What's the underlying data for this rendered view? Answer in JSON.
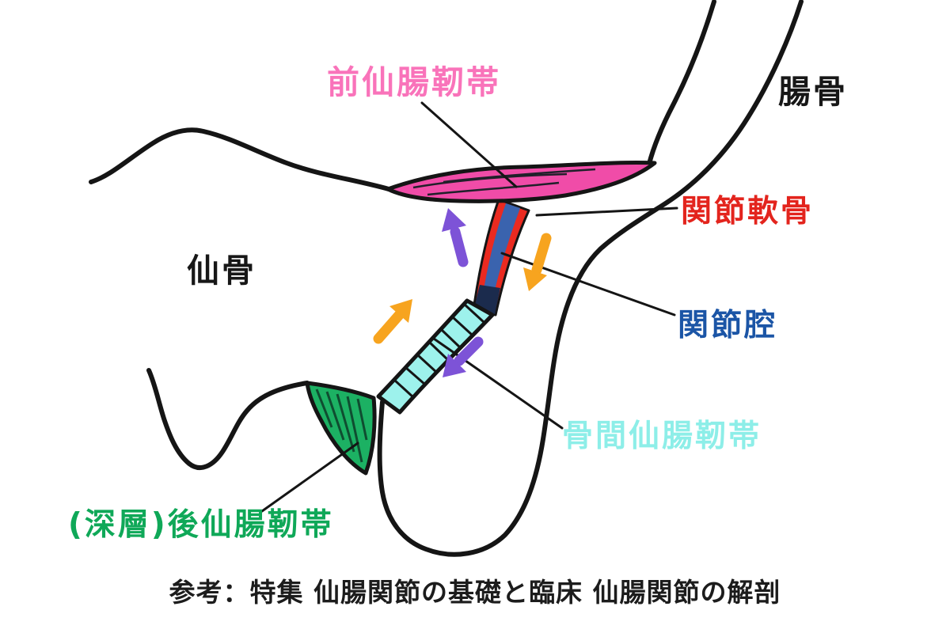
{
  "labels": {
    "anterior": {
      "text": "前仙腸靭帯",
      "color": "#f973ba"
    },
    "ilium": {
      "text": "腸骨",
      "color": "#171717"
    },
    "cartilage": {
      "text": "関節軟骨",
      "color": "#e3241d"
    },
    "sacrum": {
      "text": "仙骨",
      "color": "#171717"
    },
    "cavity": {
      "text": "関節腔",
      "color": "#1b55a6"
    },
    "interosseous": {
      "text": "骨間仙腸靭帯",
      "color": "#8deee8"
    },
    "posterior": {
      "text": "(深層)後仙腸靭帯",
      "color": "#0fa858"
    }
  },
  "caption": {
    "text": "参考：特集 仙腸関節の基礎と臨床 仙腸関節の解剖"
  },
  "colors": {
    "background": "#ffffff",
    "outline": "#151515",
    "ligament_pink": "#f04ca8",
    "cartilage_red": "#ea2a20",
    "cavity_blue": "#3a63ae",
    "cavity_deep": "#1b2b4d",
    "interosseous_cyan": "#9df2ec",
    "posterior_green": "#1cb163",
    "arrow_purple": "#7d53d7",
    "arrow_orange": "#f7a41f"
  },
  "arrows": [
    {
      "name": "purple-up-arrow-icon",
      "direction": "up",
      "color": "#7d53d7"
    },
    {
      "name": "orange-down-arrow-icon",
      "direction": "down",
      "color": "#f7a41f"
    },
    {
      "name": "orange-up-right-arrow-icon",
      "direction": "up-right",
      "color": "#f7a41f"
    },
    {
      "name": "purple-down-left-arrow-icon",
      "direction": "down-left",
      "color": "#7d53d7"
    }
  ]
}
